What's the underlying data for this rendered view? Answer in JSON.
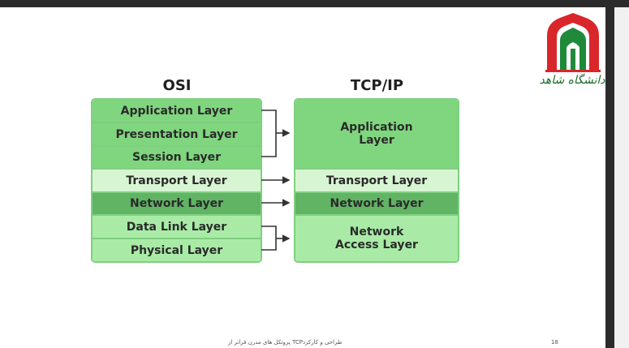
{
  "osi": {
    "title": "OSI",
    "layers": [
      "Application Layer",
      "Presentation Layer",
      "Session Layer",
      "Transport Layer",
      "Network Layer",
      "Data Link Layer",
      "Physical Layer"
    ]
  },
  "tcpip": {
    "title": "TCP/IP",
    "layers": [
      "Application Layer",
      "Transport Layer",
      "Network Layer",
      "Network Access Layer"
    ]
  },
  "logo": {
    "text": "دانشگاه شاهد"
  },
  "footer": {
    "text": "پروتکل های مدرن فراتر از TCPطراحی و کارکرد",
    "page_number": "18"
  },
  "colors": {
    "application": "#80d67f",
    "transport": "#d8f5d3",
    "network": "#60b464",
    "link": "#a9eba6",
    "border": "#7fcf80",
    "logo_red": "#d9262b",
    "logo_green": "#1f6b2c"
  }
}
